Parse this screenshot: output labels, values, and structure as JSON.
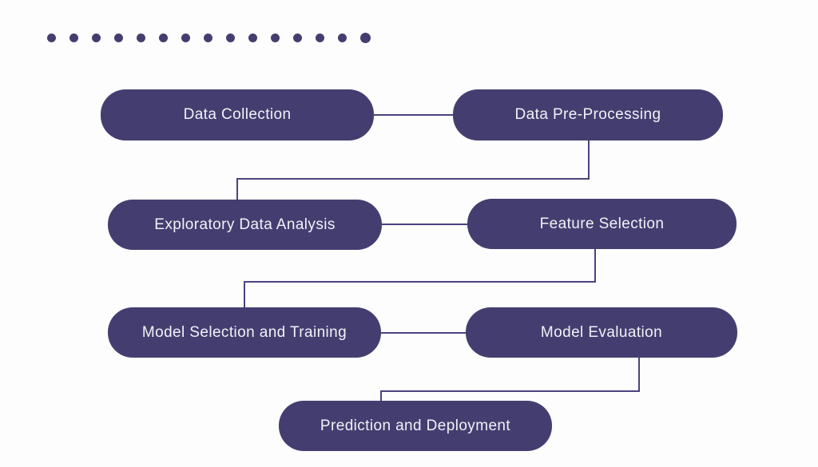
{
  "palette": {
    "node_fill": "#443e70",
    "node_text": "#f2f1f7",
    "connector": "#4a4380",
    "background": "#fdfdfd",
    "dot": "#443e70"
  },
  "decor": {
    "dot_count": 15
  },
  "flowchart": {
    "nodes": [
      {
        "id": "data-collection",
        "label": "Data Collection"
      },
      {
        "id": "data-pre-processing",
        "label": "Data Pre-Processing"
      },
      {
        "id": "exploratory-data-analysis",
        "label": "Exploratory Data Analysis"
      },
      {
        "id": "feature-selection",
        "label": "Feature Selection"
      },
      {
        "id": "model-selection-training",
        "label": "Model Selection and Training"
      },
      {
        "id": "model-evaluation",
        "label": "Model Evaluation"
      },
      {
        "id": "prediction-deployment",
        "label": "Prediction and Deployment"
      }
    ],
    "edges": [
      {
        "from": "Data Collection",
        "to": "Data Pre-Processing"
      },
      {
        "from": "Data Pre-Processing",
        "to": "Exploratory Data Analysis"
      },
      {
        "from": "Exploratory Data Analysis",
        "to": "Feature Selection"
      },
      {
        "from": "Feature Selection",
        "to": "Model Selection and Training"
      },
      {
        "from": "Model Selection and Training",
        "to": "Model Evaluation"
      },
      {
        "from": "Model Evaluation",
        "to": "Prediction and Deployment"
      }
    ]
  }
}
